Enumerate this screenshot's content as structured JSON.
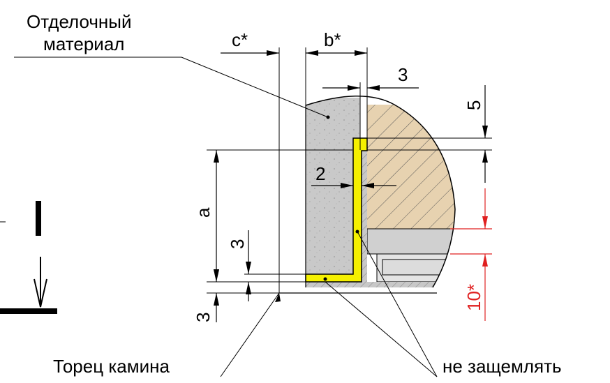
{
  "labels": {
    "finish_material_line1": "Отделочный",
    "finish_material_line2": "материал",
    "fireplace_end": "Торец камина",
    "do_not_clamp": "не защемлять"
  },
  "dimensions": {
    "c": "c*",
    "b": "b*",
    "a": "a",
    "gap_top": "3",
    "top_5": "5",
    "gap_2": "2",
    "left_3": "3",
    "bottom_3": "3",
    "red_10": "10*"
  },
  "colors": {
    "yellow_profile": "#f5f000",
    "stone": "#c8c8c8",
    "wood": "#e7d2b0",
    "hatch_gray": "#c0c0c0",
    "red_dim": "#e02020"
  }
}
